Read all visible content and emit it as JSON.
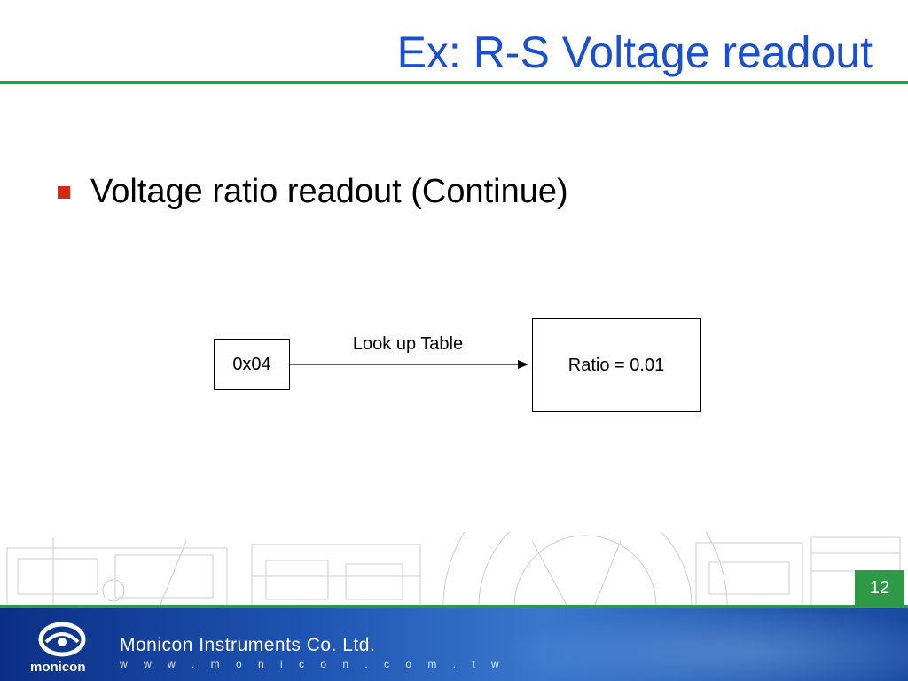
{
  "slide": {
    "title": "Ex: R-S Voltage readout",
    "bullet": "Voltage ratio readout (Continue)"
  },
  "diagram": {
    "source_box": "0x04",
    "arrow_label": "Look up Table",
    "target_box": "Ratio = 0.01"
  },
  "footer": {
    "company": "Monicon Instruments Co. Ltd.",
    "url": "w w w . m o n i c o n . c o m . t w",
    "logo_text": "monicon",
    "page_number": "12"
  },
  "colors": {
    "title": "#1a4fd0",
    "accent_green": "#2e9a48",
    "bullet": "#d22a14",
    "footer_blue": "#1f56b4"
  }
}
